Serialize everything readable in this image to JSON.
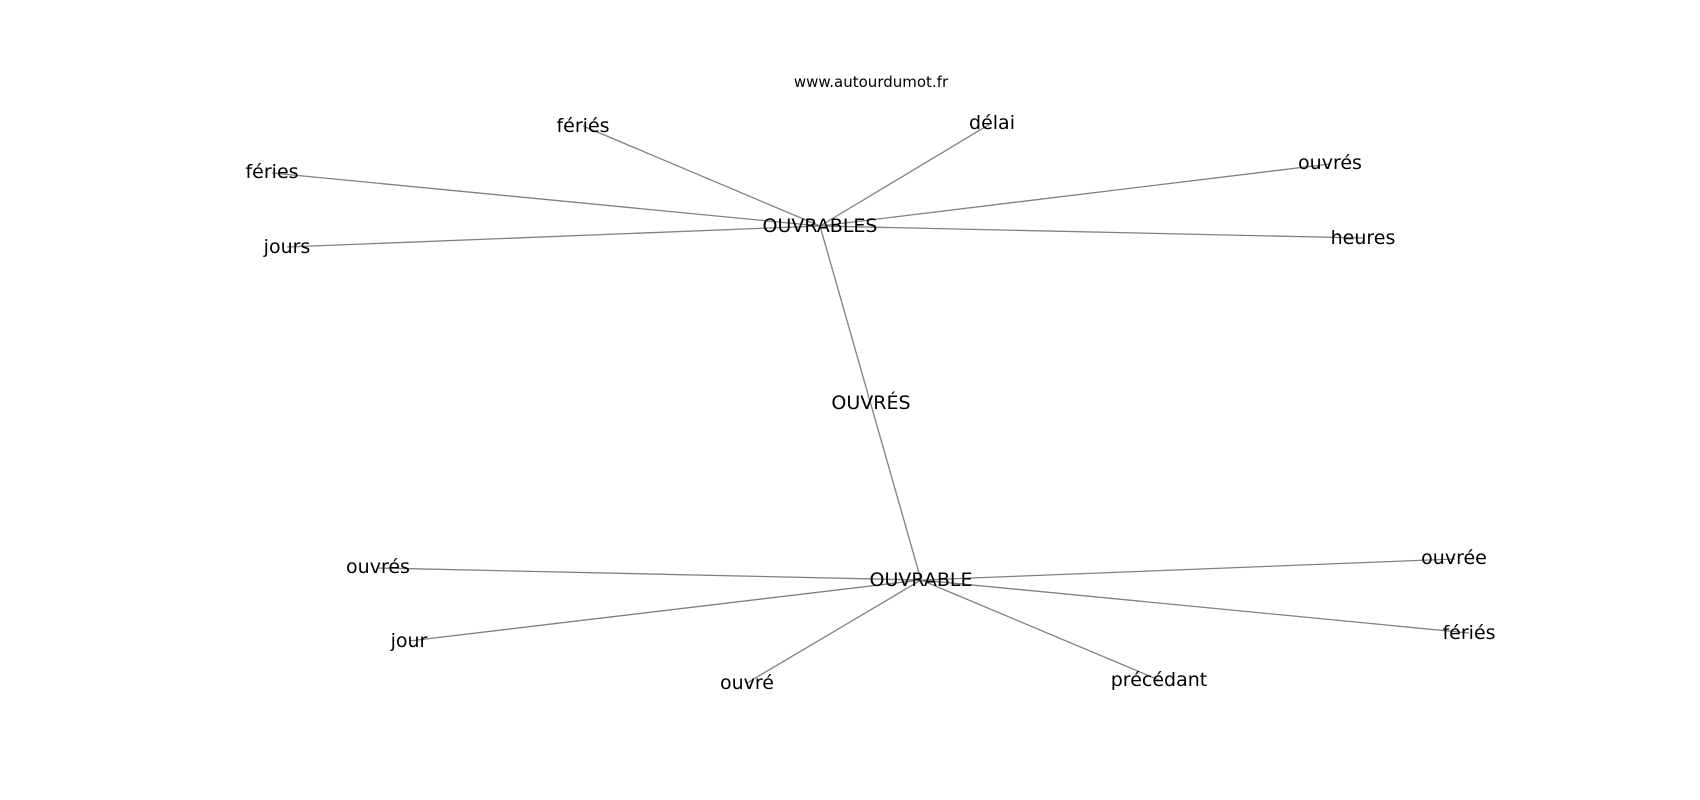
{
  "source": "www.autourdumot.fr",
  "center": "OUVRÉS",
  "hubs": [
    {
      "id": "h1",
      "label": "OUVRABLES",
      "neighbors": [
        "fériés",
        "délai",
        "féries",
        "ouvrés",
        "jours",
        "heures"
      ]
    },
    {
      "id": "h2",
      "label": "OUVRABLE",
      "neighbors": [
        "ouvrés",
        "ouvrée",
        "jour",
        "fériés",
        "ouvré",
        "précédant"
      ]
    }
  ],
  "colors": {
    "edge": "#808080",
    "text": "#000000",
    "background": "#ffffff"
  }
}
